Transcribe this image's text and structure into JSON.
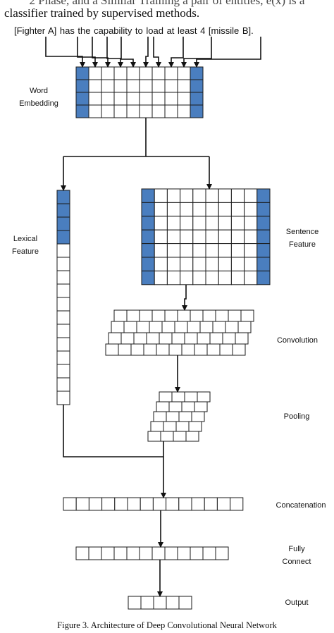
{
  "text": {
    "top_line": "2 Phase, and a Similar Training a pair of entities, e(x) is a",
    "second_line": "classifier trained by supervised methods.",
    "sentence": "[Fighter A]  has  the  capability  to  load  at  least  4  [missile B].",
    "caption": "Figure 3. Architecture of Deep Convolutional Neural Network"
  },
  "labels": {
    "word_embedding": [
      "Word",
      "Embedding"
    ],
    "lexical_feature": [
      "Lexical",
      "Feature"
    ],
    "sentence_feature": [
      "Sentence",
      "Feature"
    ],
    "convolution": "Convolution",
    "pooling": "Pooling",
    "concatenation": "Concatenation",
    "fully_connect": [
      "Fully",
      "Connect"
    ],
    "output": "Output"
  },
  "colors": {
    "highlight": "#4a7ebf",
    "grid_line": "#1a1a1a",
    "cell_fill": "#ffffff"
  }
}
